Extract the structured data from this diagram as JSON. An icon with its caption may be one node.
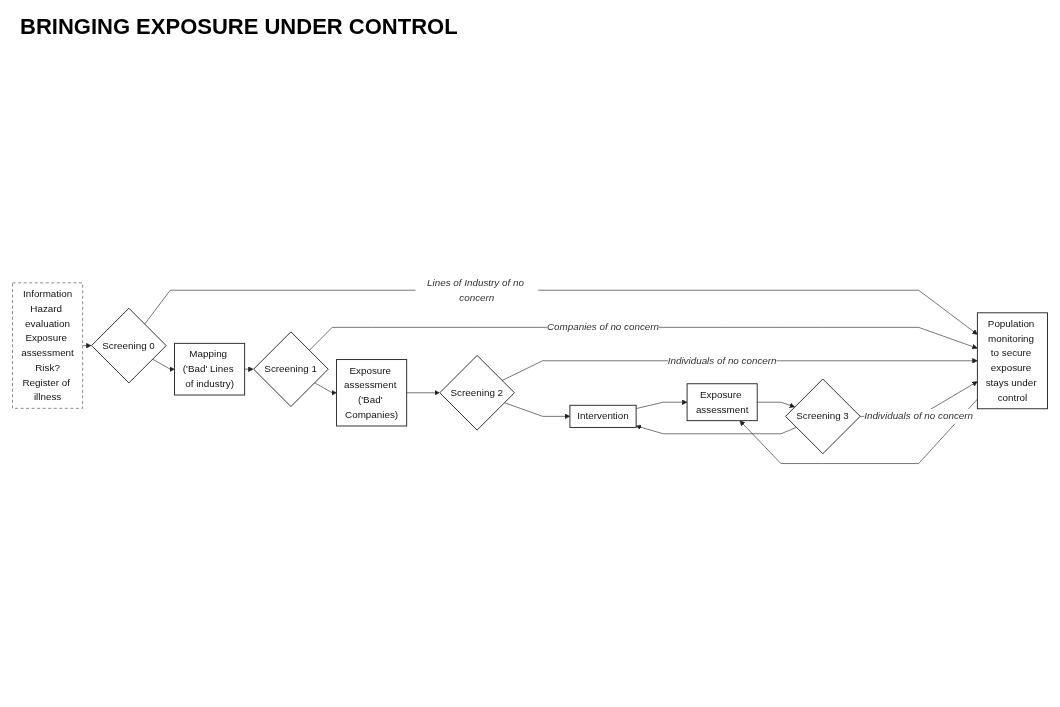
{
  "diagram": {
    "title": "BRINGING EXPOSURE UNDER CONTROL",
    "nodes": [
      {
        "text": [
          "Mapping ('Bad' Lines of industry)"
        ]
      },
      {
        "text": [
          "Screening 1"
        ]
      },
      {
        "text": [
          "Exposure assessment ('Bad' Companies)"
        ]
      },
      {
        "text": [
          "Screening 2"
        ]
      },
      {
        "text": [
          "Intervention"
        ]
      },
      {
        "text": [
          "Exposure assessment"
        ]
      },
      {
        "text": [
          "Screening 0"
        ]
      },
      {
        "text": [
          "Screening 3"
        ]
      },
      {
        "text": [
          "Information",
          "Hazard evaluation",
          "Exposure assessment",
          "Risk?",
          "Register of illness"
        ]
      },
      {
        "text": [
          "Population monitoring to secure exposure stays under control"
        ]
      }
    ],
    "edges": [
      {
        "from": 8,
        "to": 6,
        "arrow": "to"
      },
      {
        "from": 6,
        "to": 0,
        "arrow": "to"
      },
      {
        "from": 0,
        "to": 1,
        "arrow": "to"
      },
      {
        "from": 1,
        "to": 2,
        "arrow": "to"
      },
      {
        "from": 2,
        "to": 3,
        "arrow": "to"
      },
      {
        "from": 3,
        "to": 4,
        "arrow": "to"
      },
      {
        "from": 4,
        "to": 5,
        "arrow": "to"
      },
      {
        "from": 5,
        "to": 7,
        "arrow": "to"
      },
      {
        "from": 7,
        "to": 4,
        "arrow": "to"
      },
      {
        "from": 9,
        "to": 5,
        "arrow": "to"
      },
      {
        "from": 6,
        "to": 9,
        "arrow": "to",
        "label": "Lines of Industry of no concern"
      },
      {
        "from": 1,
        "to": 9,
        "arrow": "to",
        "label": "Companies of no concern"
      },
      {
        "from": 3,
        "to": 9,
        "arrow": "to",
        "label": "Individuals of no concern"
      },
      {
        "from": 7,
        "to": 9,
        "arrow": "to",
        "label": "Individuals of no concern"
      }
    ]
  }
}
